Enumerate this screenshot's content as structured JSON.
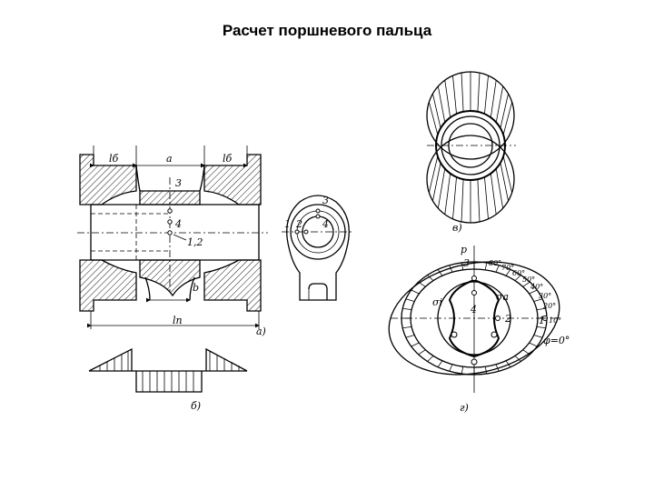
{
  "title": "Расчет поршневого пальца",
  "figure_a": {
    "dims": {
      "l_b": "lб",
      "a": "a",
      "b": "b",
      "l_p": "lп"
    },
    "points": [
      "3",
      "4",
      "1,2"
    ],
    "caption": "а)"
  },
  "figure_b": {
    "caption": "б)"
  },
  "side_view": {
    "points": [
      "1",
      "2",
      "3",
      "4"
    ]
  },
  "figure_v": {
    "caption": "в)"
  },
  "figure_g": {
    "axis": "p",
    "angles": [
      "80°",
      "70°",
      "60°",
      "50°",
      "40°",
      "30°",
      "20°",
      "10°",
      "φ=0°"
    ],
    "points": [
      "1",
      "2",
      "3",
      "4"
    ],
    "sigma_i": "σi",
    "sigma_a": "σa",
    "caption": "г)"
  }
}
